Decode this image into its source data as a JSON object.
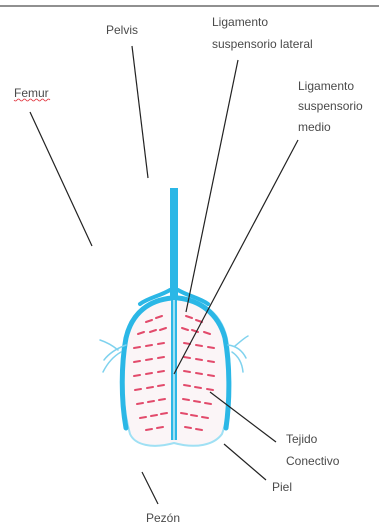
{
  "labels": {
    "pelvis": "Pelvis",
    "femur": "Femur",
    "ligamento_lateral_line1": "Ligamento",
    "ligamento_lateral_line2": "suspensorio  lateral",
    "ligamento_medio_line1": "Ligamento",
    "ligamento_medio_line2": "suspensorio",
    "ligamento_medio_line3": "medio",
    "tejido_line1": "Tejido",
    "tejido_line2": "Conectivo",
    "piel": "Piel",
    "pezon": "Pezón"
  },
  "colors": {
    "ligament": "#2bb7e6",
    "ligament_light": "#9fe0f4",
    "septa": "#e24a6b",
    "udder_fill": "#fbf5f7",
    "leader_line": "#222222"
  }
}
